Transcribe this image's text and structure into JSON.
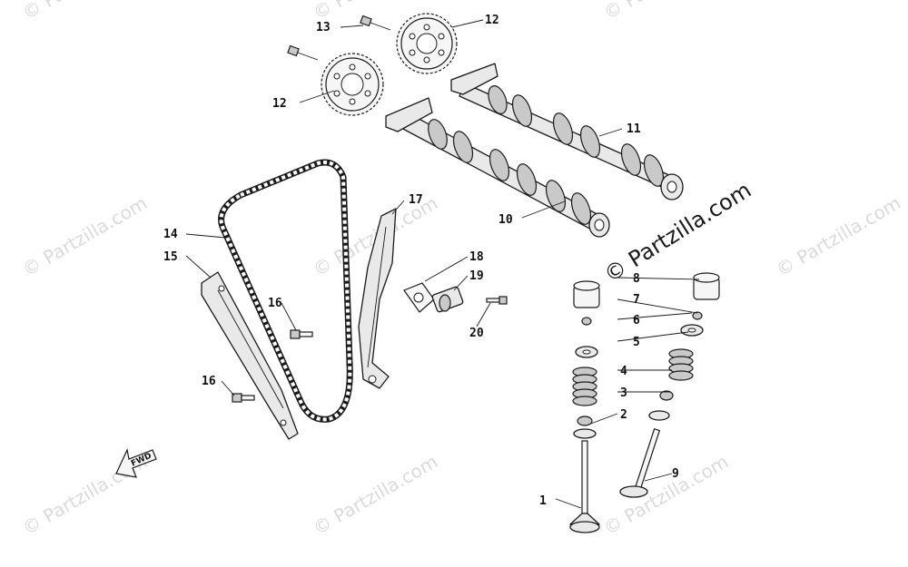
{
  "watermark": {
    "faint": "© Partzilla.com",
    "main": "© Partzilla.com"
  },
  "direction_arrow": {
    "label": "FWD"
  },
  "callouts": {
    "c1": "1",
    "c2": "2",
    "c3": "3",
    "c4": "4",
    "c5": "5",
    "c6": "6",
    "c7": "7",
    "c8": "8",
    "c9": "9",
    "c10": "10",
    "c11": "11",
    "c12a": "12",
    "c12b": "12",
    "c13": "13",
    "c14": "14",
    "c15": "15",
    "c16a": "16",
    "c16b": "16",
    "c17": "17",
    "c18": "18",
    "c19": "19",
    "c20": "20"
  }
}
